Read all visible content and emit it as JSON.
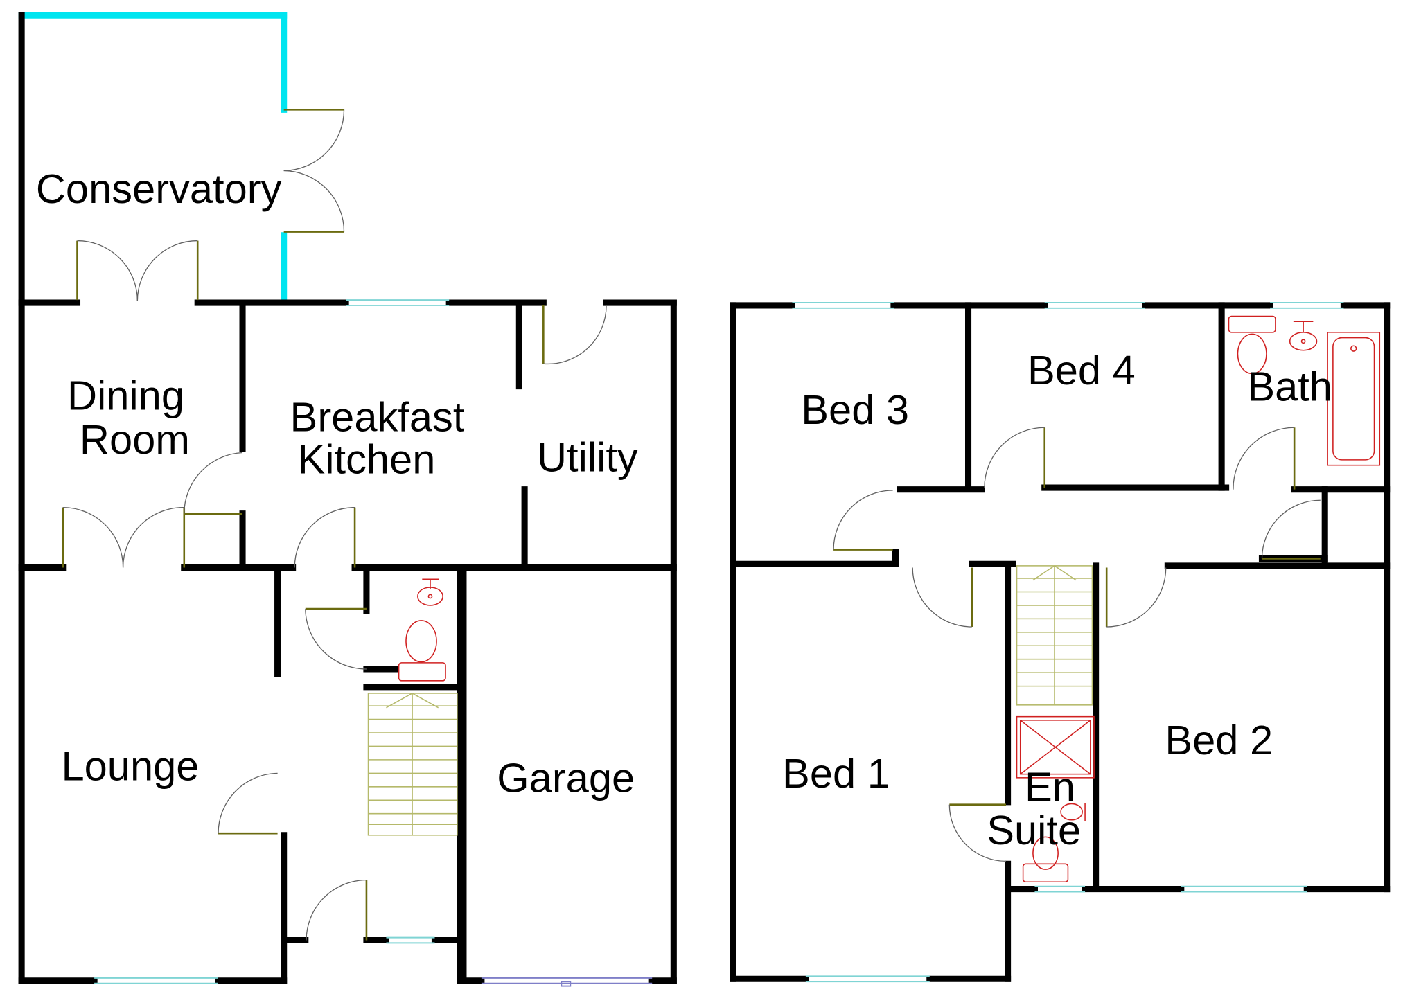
{
  "colors": {
    "wall": "#000000",
    "glass": "#00e5f0",
    "window": "#7fd4d4",
    "door": "#6b6b10",
    "fixture": "#d02020",
    "stairs": "#b5b96a",
    "swing": "#606060"
  },
  "ground_floor": {
    "conservatory": "Conservatory",
    "dining_l1": "Dining",
    "dining_l2": "Room",
    "kitchen_l1": "Breakfast",
    "kitchen_l2": "Kitchen",
    "utility": "Utility",
    "lounge": "Lounge",
    "garage": "Garage"
  },
  "first_floor": {
    "bed3": "Bed 3",
    "bed4": "Bed 4",
    "bath": "Bath",
    "bed1": "Bed 1",
    "bed2": "Bed 2",
    "ensuite_l1": "En",
    "ensuite_l2": "Suite"
  }
}
